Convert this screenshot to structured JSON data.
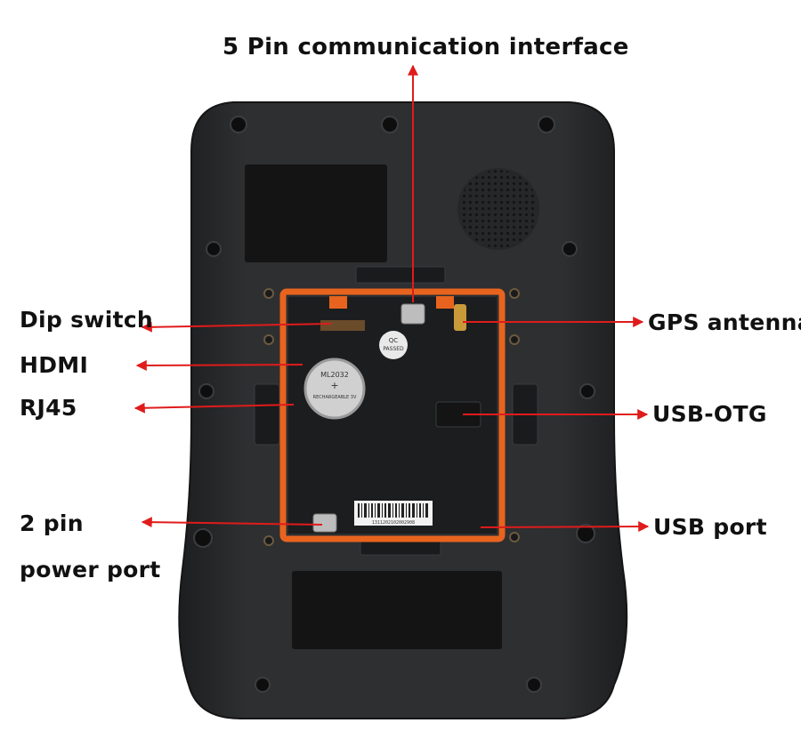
{
  "labels": {
    "top": "5 Pin communication interface",
    "dip_switch": "Dip switch",
    "hdmi": "HDMI",
    "rj45": "RJ45",
    "pin2": "2 pin",
    "power_port": "power port",
    "gps": "GPS antenna",
    "usb_otg": "USB-OTG",
    "usb_port": "USB port"
  },
  "component_text": {
    "sticker_line1": "QC",
    "sticker_line2": "PASSED",
    "battery_model": "ML2032",
    "battery_polarity": "+",
    "battery_type": "RECHARGEABLE 3V",
    "barcode_number": "1311202102002908"
  },
  "colors": {
    "arrow": "#e01b1b",
    "frame": "#e8641e",
    "body": "#2b2c2e"
  }
}
